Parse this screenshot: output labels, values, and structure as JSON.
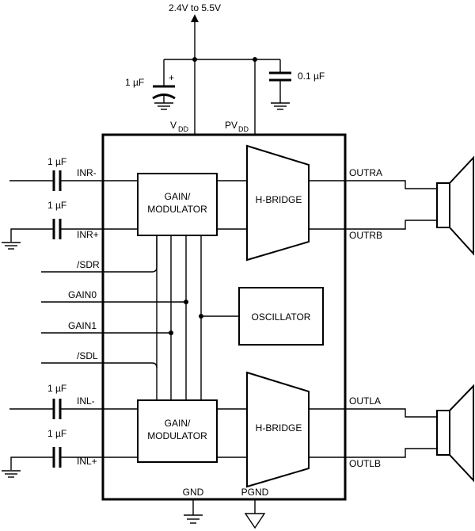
{
  "supply": "2.4V to 5.5V",
  "caps": {
    "bulk": "1 µF",
    "bulk_polarity": "+",
    "bypass": "0.1 µF",
    "input": "1 µF"
  },
  "power_pins": {
    "vdd_main": "V",
    "vdd_sub": "DD",
    "pvdd_main": "PV",
    "pvdd_sub": "DD",
    "gnd": "GND",
    "pgnd": "PGND"
  },
  "pins_left": {
    "inr_minus": "INR-",
    "inr_plus": "INR+",
    "sdr": "/SDR",
    "gain0": "GAIN0",
    "gain1": "GAIN1",
    "sdl": "/SDL",
    "inl_minus": "INL-",
    "inl_plus": "INL+"
  },
  "pins_right": {
    "outra": "OUTRA",
    "outrb": "OUTRB",
    "outla": "OUTLA",
    "outlb": "OUTLB"
  },
  "blocks": {
    "gain_top_line1": "GAIN/",
    "gain_top_line2": "MODULATOR",
    "gain_bot_line1": "GAIN/",
    "gain_bot_line2": "MODULATOR",
    "hbridge_top": "H-BRIDGE",
    "hbridge_bot": "H-BRIDGE",
    "oscillator": "OSCILLATOR"
  },
  "icons": {
    "speaker": "speaker-icon",
    "ground": "ground-icon",
    "capacitor": "capacitor-icon"
  }
}
